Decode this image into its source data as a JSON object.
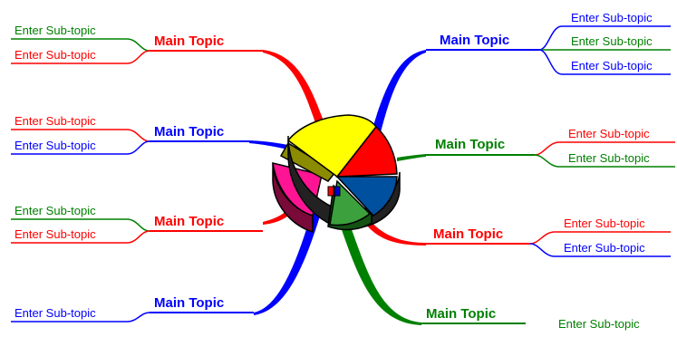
{
  "colors": {
    "red": "#ff0000",
    "blue": "#0000ff",
    "green": "#008000",
    "yellow": "#ffff00",
    "magenta": "#ff1493",
    "olive": "#8b8b00",
    "steelblue": "#0050a0",
    "lightgreen": "#3ca03c"
  },
  "main_topics": [
    {
      "label": "Main Topic",
      "color": "red",
      "subtopics": [
        {
          "label": "Enter Sub-topic",
          "color": "green"
        },
        {
          "label": "Enter Sub-topic",
          "color": "red"
        }
      ]
    },
    {
      "label": "Main Topic",
      "color": "blue",
      "subtopics": [
        {
          "label": "Enter Sub-topic",
          "color": "red"
        },
        {
          "label": "Enter Sub-topic",
          "color": "blue"
        }
      ]
    },
    {
      "label": "Main Topic",
      "color": "red",
      "subtopics": [
        {
          "label": "Enter Sub-topic",
          "color": "green"
        },
        {
          "label": "Enter Sub-topic",
          "color": "red"
        }
      ]
    },
    {
      "label": "Main Topic",
      "color": "blue",
      "subtopics": [
        {
          "label": "Enter Sub-topic",
          "color": "blue"
        }
      ]
    },
    {
      "label": "Main Topic",
      "color": "blue",
      "subtopics": [
        {
          "label": "Enter Sub-topic",
          "color": "blue"
        },
        {
          "label": "Enter Sub-topic",
          "color": "green"
        },
        {
          "label": "Enter Sub-topic",
          "color": "blue"
        }
      ]
    },
    {
      "label": "Main Topic",
      "color": "green",
      "subtopics": [
        {
          "label": "Enter Sub-topic",
          "color": "red"
        },
        {
          "label": "Enter Sub-topic",
          "color": "green"
        }
      ]
    },
    {
      "label": "Main Topic",
      "color": "red",
      "subtopics": [
        {
          "label": "Enter Sub-topic",
          "color": "red"
        },
        {
          "label": "Enter Sub-topic",
          "color": "blue"
        }
      ]
    },
    {
      "label": "Main Topic",
      "color": "green",
      "subtopics": [
        {
          "label": "Enter Sub-topic",
          "color": "green"
        }
      ]
    }
  ]
}
